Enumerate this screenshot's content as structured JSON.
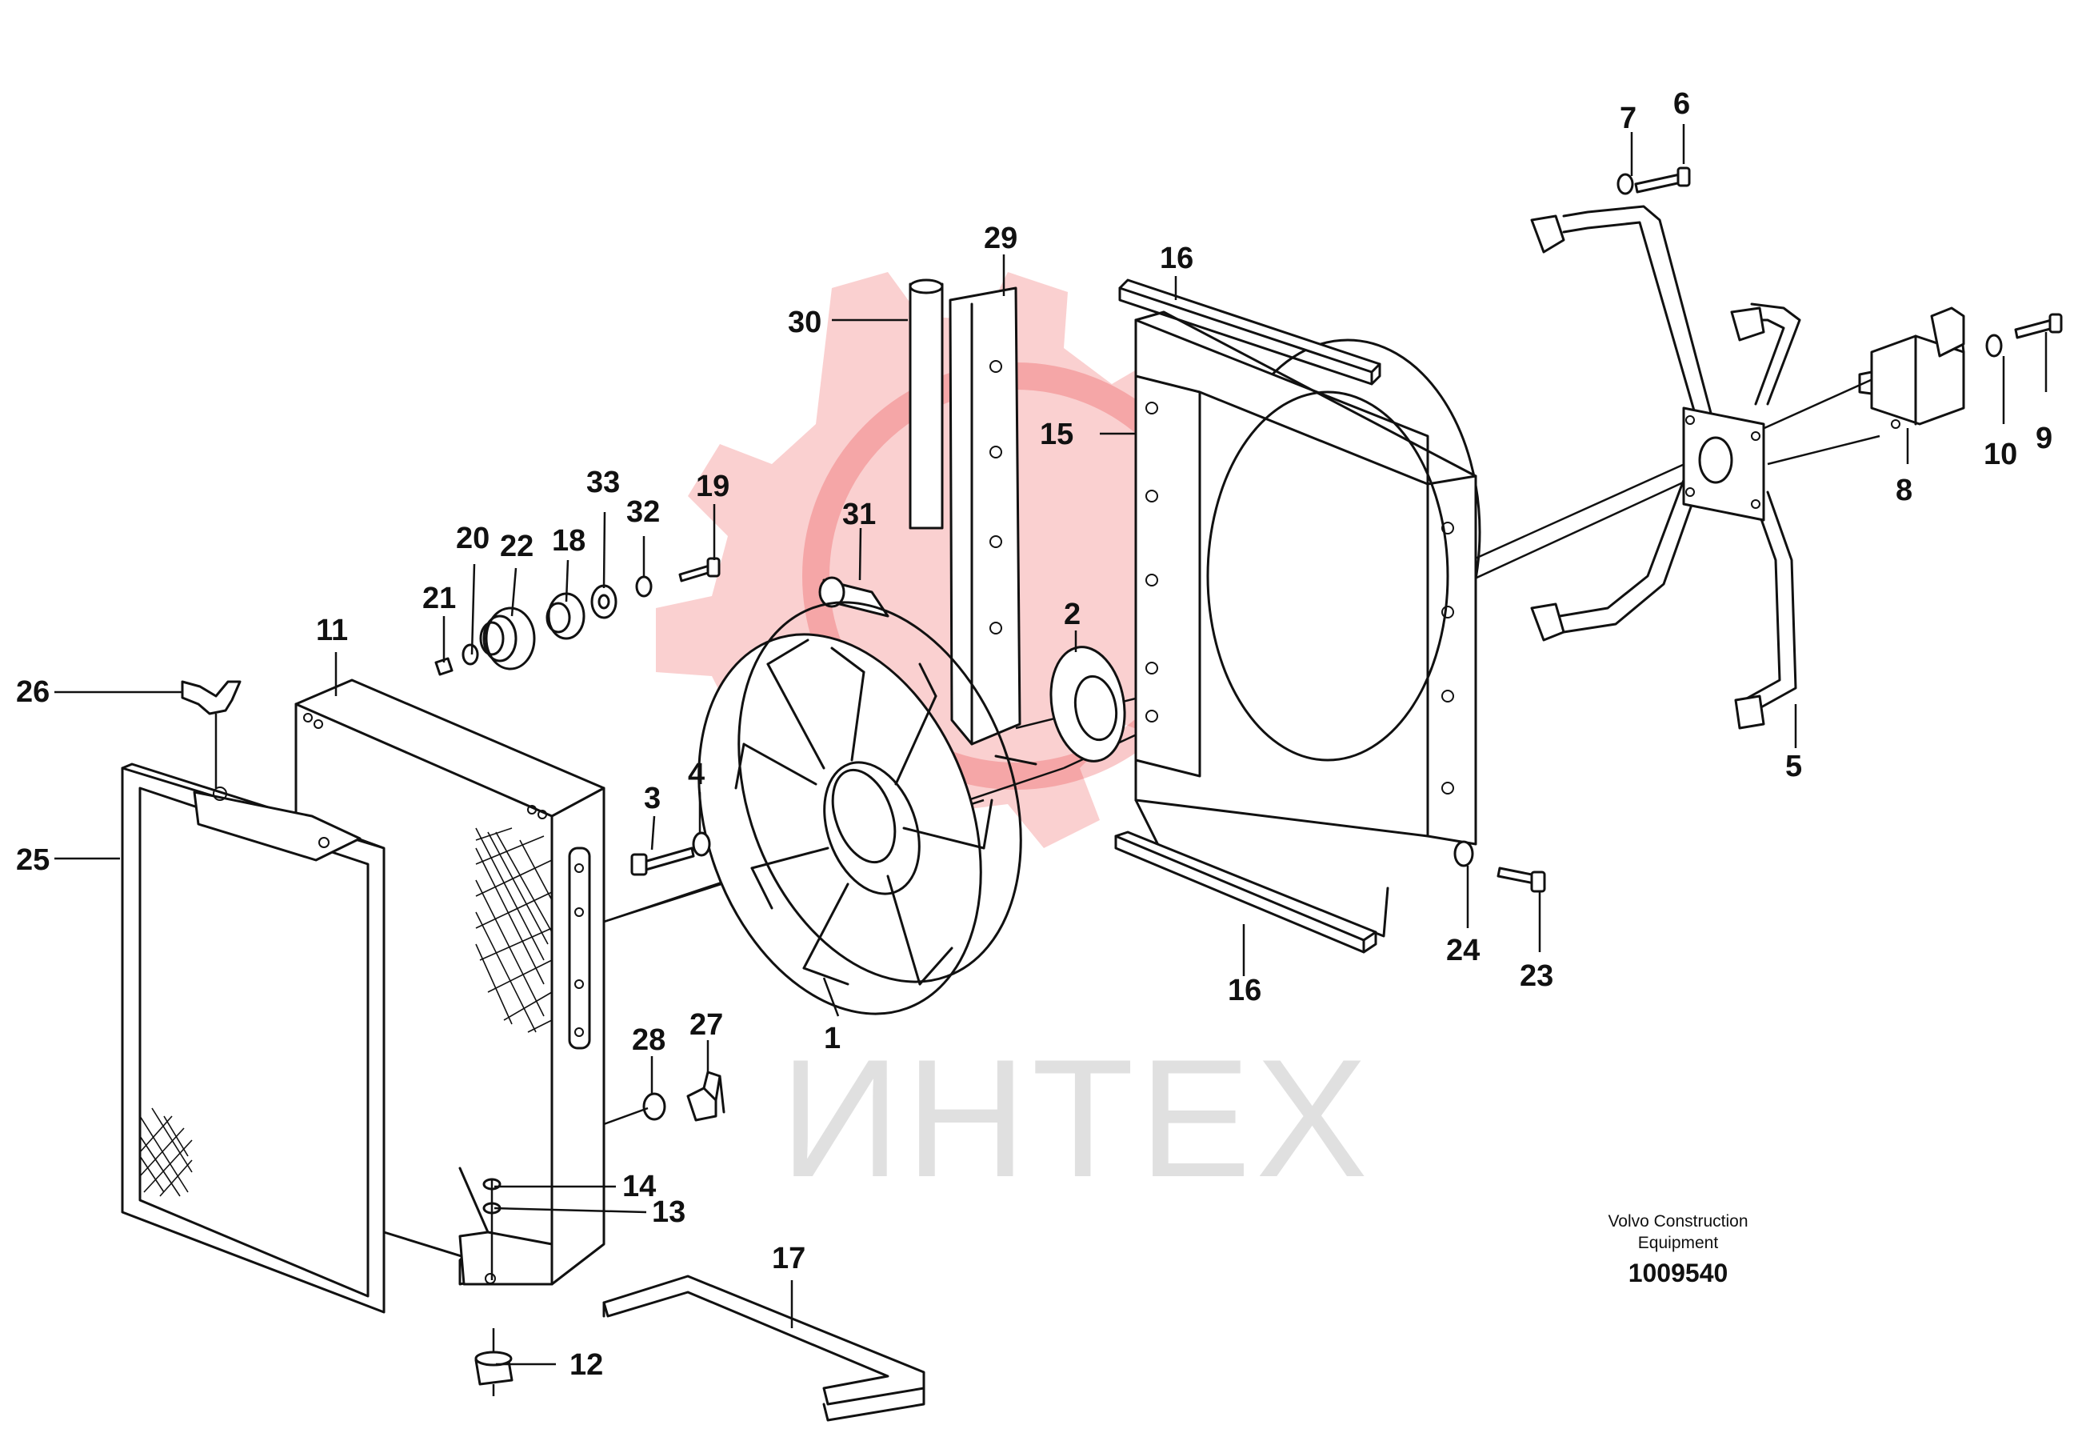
{
  "callouts": [
    "1",
    "2",
    "3",
    "4",
    "5",
    "6",
    "7",
    "8",
    "9",
    "10",
    "11",
    "12",
    "13",
    "14",
    "15",
    "16",
    "16",
    "17",
    "18",
    "19",
    "20",
    "21",
    "22",
    "23",
    "24",
    "25",
    "26",
    "27",
    "28",
    "29",
    "30",
    "31",
    "32",
    "33"
  ],
  "footer": {
    "line1": "Volvo Construction",
    "line2": "Equipment",
    "number": "1009540"
  },
  "watermark": {
    "text": "ИНТЕХ",
    "color": "#e8282b"
  }
}
